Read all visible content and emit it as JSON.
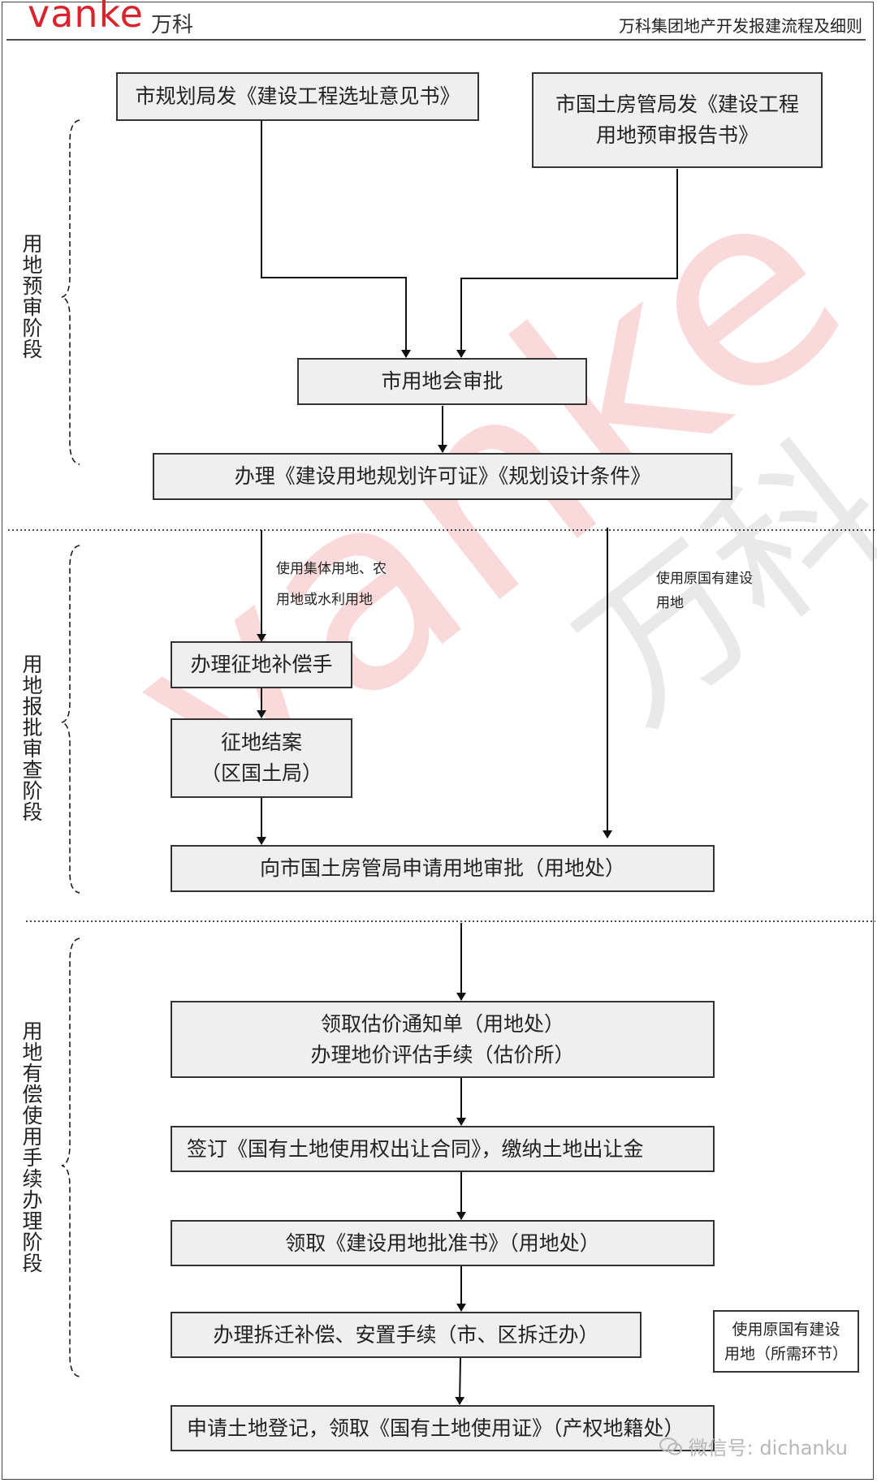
{
  "header": {
    "logo_text": "vanke",
    "logo_cn": "万科",
    "title": "万科集团地产开发报建流程及细则"
  },
  "stages": {
    "stage1": "用地预审阶段",
    "stage2": "用地报批审查阶段",
    "stage3": "用地有偿使用手续办理阶段"
  },
  "nodes": {
    "site_opinion": "市规划局发《建设工程选址意见书》",
    "prereview_report_line1": "市国土房管局发《建设工程",
    "prereview_report_line2": "用地预审报告书》",
    "land_meeting": "市用地会审批",
    "planning_permit": "办理《建设用地规划许可证》《规划设计条件》",
    "expropriation_comp": "办理征地补偿手",
    "expropriation_close_line1": "征地结案",
    "expropriation_close_line2": "（区国土局）",
    "apply_approval": "向市国土房管局申请用地审批（用地处）",
    "price_notice_line1": "领取估价通知单（用地处）",
    "price_notice_line2": "办理地价评估手续（估价所）",
    "sign_contract": "签订《国有土地使用权出让合同》，缴纳土地出让金",
    "approval_letter": "领取《建设用地批准书》（用地处）",
    "demolition": "办理拆迁补偿、安置手续（市、区拆迁办）",
    "side_note_line1": "使用原国有建设",
    "side_note_line2": "用地（所需环节）",
    "registration": "申请土地登记，领取《国有土地使用证》（产权地籍处）"
  },
  "edge_labels": {
    "collective_line1": "使用集体用地、农",
    "collective_line2": "用地或水利用地",
    "state_owned_line1": "使用原国有建设",
    "state_owned_line2": "用地"
  },
  "watermark": {
    "latin": "vanke",
    "cn": "万科",
    "wechat": "微信号: dichanku"
  }
}
